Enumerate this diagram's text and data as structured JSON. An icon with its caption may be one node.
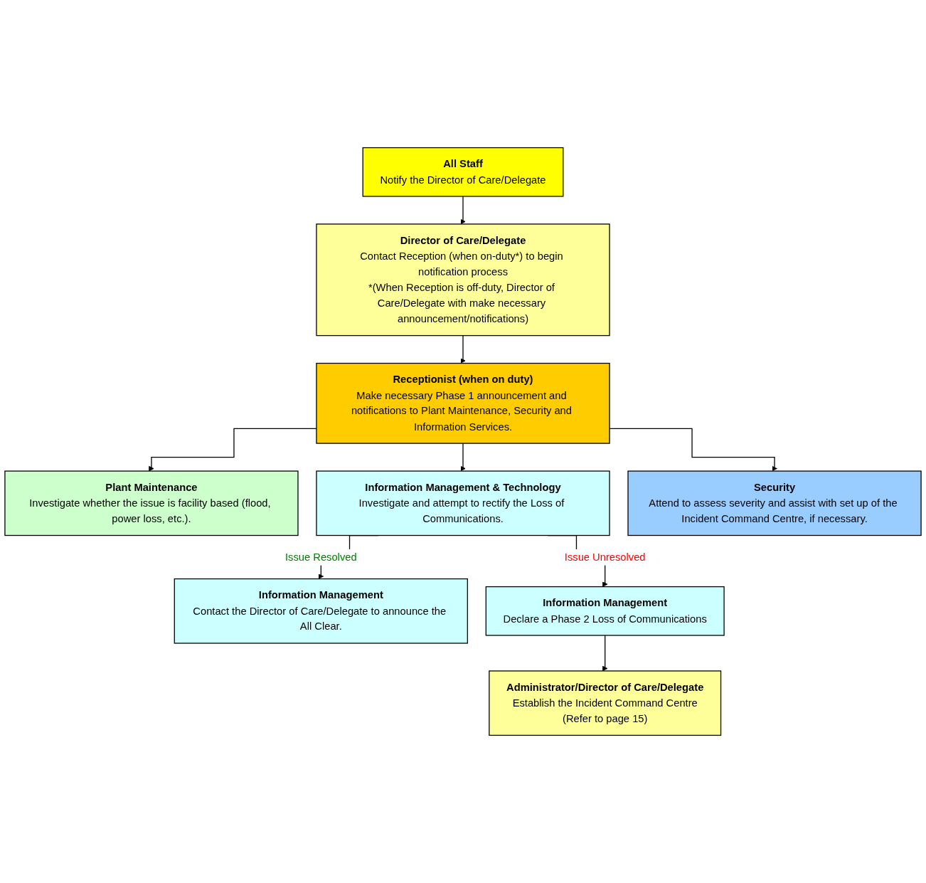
{
  "diagram": {
    "nodes": [
      {
        "text": [
          "All Staff",
          "Notify the Director of Care/Delegate"
        ]
      },
      {
        "text": [
          "Director of Care/Delegate",
          "Contact Reception (when on-duty*) to begin notification process",
          "*(When Reception is off-duty, Director of Care/Delegate with make necessary announcement/notifications)"
        ]
      },
      {
        "text": [
          "Receptionist (when on duty)",
          "Make necessary Phase 1 announcement and notifications to Plant Maintenance, Security and Information Services."
        ]
      },
      {
        "text": [
          "Plant Maintenance",
          "Investigate whether the issue is facility based (flood, power loss, etc.)."
        ]
      },
      {
        "text": [
          "Information Management & Technology",
          "Investigate and attempt to rectify the Loss of Communications."
        ]
      },
      {
        "text": [
          "Security",
          "Attend to assess severity and assist with set up of the Incident Command Centre, if necessary."
        ]
      },
      {
        "text": [
          "Information Management",
          "Contact the Director of Care/Delegate to announce the All Clear."
        ]
      },
      {
        "text": [
          "Information Management",
          "Declare a Phase 2 Loss of Communications"
        ]
      },
      {
        "text": [
          "Administrator/Director of Care/Delegate",
          "Establish the Incident Command Centre",
          "(Refer to page 15)"
        ]
      }
    ],
    "edges": [
      {
        "from": 0,
        "to": 1,
        "arrow": "to"
      },
      {
        "from": 1,
        "to": 2,
        "arrow": "to"
      },
      {
        "from": 2,
        "to": 3,
        "arrow": "to"
      },
      {
        "from": 2,
        "to": 4,
        "arrow": "to"
      },
      {
        "from": 2,
        "to": 5,
        "arrow": "to"
      },
      {
        "from": 4,
        "to": 6,
        "arrow": "to",
        "label": "Issue Resolved"
      },
      {
        "from": 4,
        "to": 7,
        "arrow": "to",
        "label": "Issue Unresolved"
      },
      {
        "from": 7,
        "to": 8,
        "arrow": "to"
      }
    ]
  }
}
